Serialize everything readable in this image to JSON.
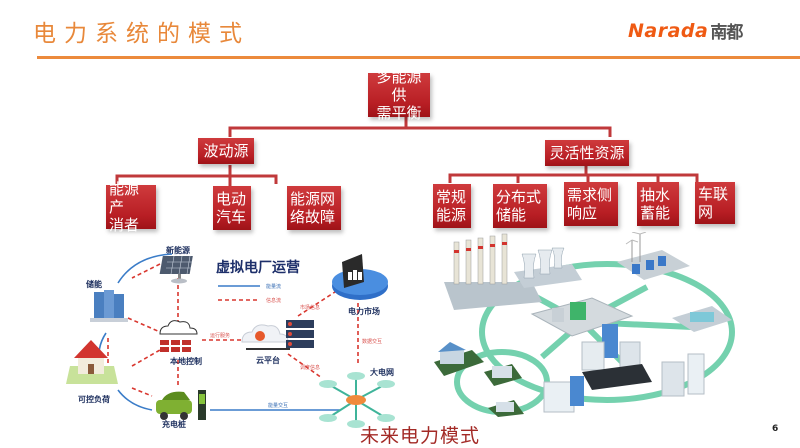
{
  "header": {
    "title": "电力系统的模式",
    "logo_en": "Narada",
    "logo_cn": "南都",
    "accent_color": "#ec8a3c"
  },
  "tree": {
    "root": "多能源供\n需平衡",
    "branches": [
      {
        "label": "波动源",
        "children": [
          "能源产\n消者",
          "电动\n汽车",
          "能源网\n络故障"
        ]
      },
      {
        "label": "灵活性资源",
        "children": [
          "常规\n能源",
          "分布式\n储能",
          "需求侧\n响应",
          "抽水\n蓄能",
          "车联\n网"
        ]
      }
    ],
    "node_color": "#b81e24",
    "line_color": "#c0393b"
  },
  "vpp": {
    "title": "虚拟电厂运营",
    "legend": [
      {
        "label": "能量流",
        "style": "solid",
        "color": "#3a6fb5"
      },
      {
        "label": "信息流",
        "style": "dashed",
        "color": "#d9372f"
      }
    ],
    "nodes": {
      "new_energy": "新能源",
      "storage": "储能",
      "local_control": "本地控制",
      "controllable_load": "可控负荷",
      "charging_pile": "充电桩",
      "cloud_platform": "云平台",
      "power_market": "电力市场",
      "main_grid": "大电网"
    },
    "edge_labels": {
      "operation_service": "运行服务",
      "market_info": "市场信息",
      "data_exchange": "数据交互",
      "dispatch_info": "调度信息",
      "energy_exchange": "能量交互"
    }
  },
  "grid_illustration": {
    "description": "smart-grid-city-illustration"
  },
  "footer": {
    "caption": "未来电力模式",
    "page_number": "6"
  }
}
